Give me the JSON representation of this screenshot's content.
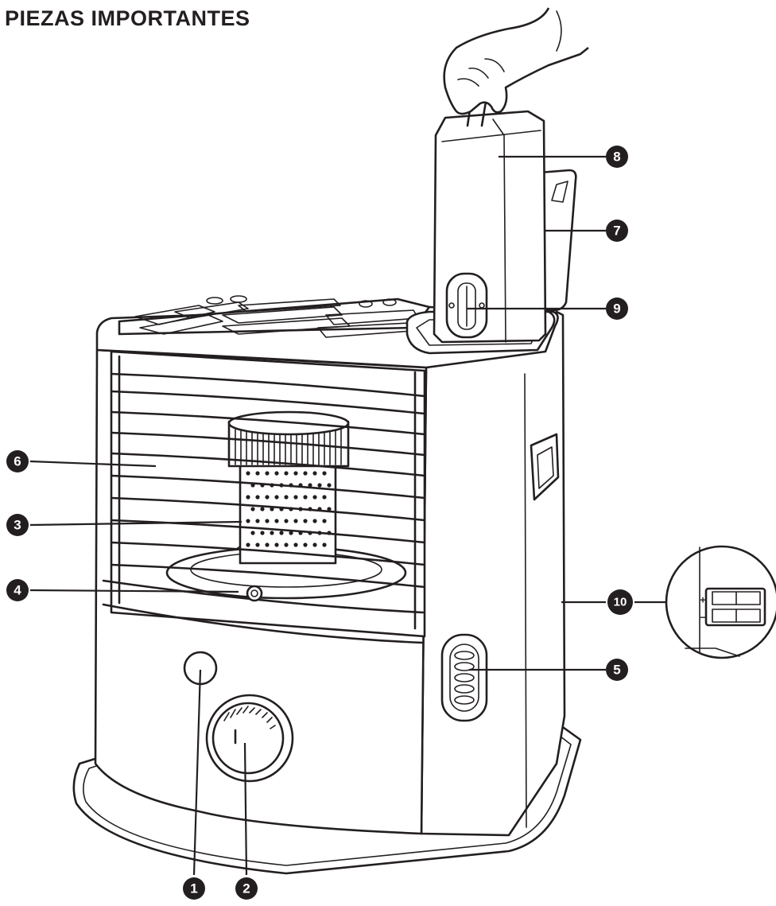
{
  "title": "PIEZAS IMPORTANTES",
  "callouts": [
    {
      "id": "1",
      "label": "1"
    },
    {
      "id": "2",
      "label": "2"
    },
    {
      "id": "3",
      "label": "3"
    },
    {
      "id": "4",
      "label": "4"
    },
    {
      "id": "5",
      "label": "5"
    },
    {
      "id": "6",
      "label": "6"
    },
    {
      "id": "7",
      "label": "7"
    },
    {
      "id": "8",
      "label": "8"
    },
    {
      "id": "9",
      "label": "9"
    },
    {
      "id": "10",
      "label": "10"
    }
  ],
  "battery_inset": {
    "plus": "+",
    "minus": "−"
  },
  "colors": {
    "line": "#231f20",
    "background": "#ffffff"
  }
}
